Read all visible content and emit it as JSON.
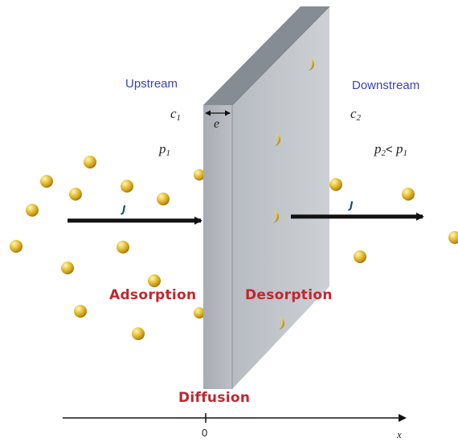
{
  "labels": {
    "upstream": "Upstream",
    "downstream": "Downstream",
    "c1_sym": "c",
    "c1_sub": "1",
    "c2_sym": "c",
    "c2_sub": "2",
    "p1_sym": "p",
    "p1_sub": "1",
    "p2_sym": "p",
    "p2_sub": "2",
    "p2_rel": "< ",
    "p2_rhs_sym": "p",
    "p2_rhs_sub": "1",
    "thickness": "e",
    "flux_left": "J",
    "flux_right": "J",
    "adsorption": "Adsorption",
    "desorption": "Desorption",
    "diffusion": "Diffusion",
    "axis_origin": "0",
    "axis_var": "x"
  },
  "colors": {
    "title_blue": "#3b3fbd",
    "process_red": "#c0272d",
    "membrane_front": "#c8ccd1",
    "membrane_side": "#9ea3a9",
    "membrane_top": "#8a9096",
    "particle": "#d4a51c"
  }
}
